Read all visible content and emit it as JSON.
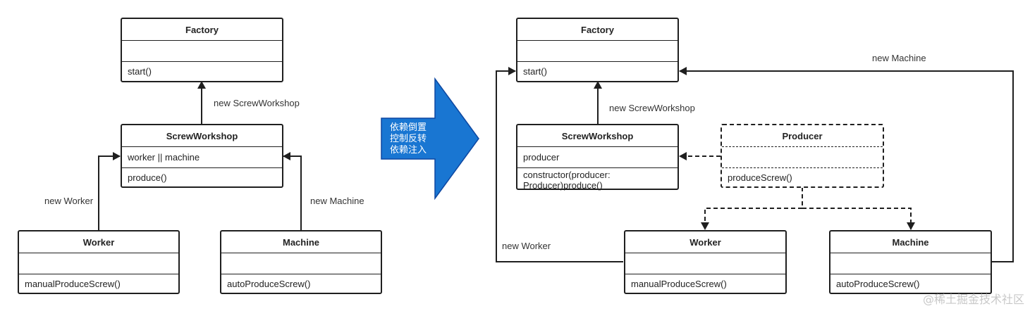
{
  "left": {
    "factory": {
      "title": "Factory",
      "attrs": "",
      "methods": "start()"
    },
    "screw_workshop": {
      "title": "ScrewWorkshop",
      "attrs": "worker || machine",
      "methods": "produce()"
    },
    "worker": {
      "title": "Worker",
      "attrs": "",
      "methods": "manualProduceScrew()"
    },
    "machine": {
      "title": "Machine",
      "attrs": "",
      "methods": "autoProduceScrew()"
    },
    "labels": {
      "new_screw_workshop": "new ScrewWorkshop",
      "new_worker": "new Worker",
      "new_machine": "new Machine"
    }
  },
  "transform_arrow": {
    "text": "依赖倒置\n控制反转\n依赖注入",
    "color": "#1976D2"
  },
  "right": {
    "factory": {
      "title": "Factory",
      "attrs": "",
      "methods": "start()"
    },
    "screw_workshop": {
      "title": "ScrewWorkshop",
      "attrs": "producer",
      "methods": "constructor(producer:\nProducer)produce()"
    },
    "producer": {
      "title": "Producer",
      "attrs": "",
      "methods": "produceScrew()"
    },
    "worker": {
      "title": "Worker",
      "attrs": "",
      "methods": "manualProduceScrew()"
    },
    "machine": {
      "title": "Machine",
      "attrs": "",
      "methods": "autoProduceScrew()"
    },
    "labels": {
      "new_screw_workshop": "new ScrewWorkshop",
      "new_worker": "new Worker",
      "new_machine": "new Machine"
    }
  },
  "watermark": "@稀土掘金技术社区"
}
